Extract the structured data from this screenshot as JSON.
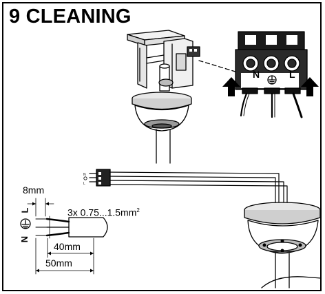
{
  "heading": {
    "title": "9 CLEANING"
  },
  "connector": {
    "labels": [
      "N",
      "L"
    ]
  },
  "cable": {
    "strip_length": "8mm",
    "wire_spec_prefix": "3x 0.75...1.5mm",
    "wire_spec_sup": "2",
    "inner_length": "40mm",
    "outer_length": "50mm",
    "wire_labels": [
      "L",
      "N"
    ]
  },
  "icons": [
    "ground-icon",
    "arrow-up-icon",
    "arrow-up-icon"
  ]
}
